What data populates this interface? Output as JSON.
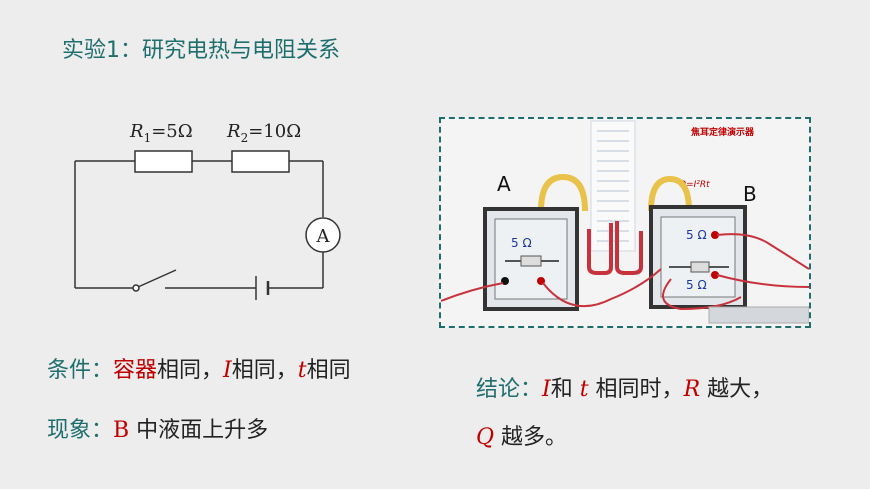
{
  "title": "实验1：研究电热与电阻关系",
  "circuit": {
    "r1_symbol": "R",
    "r1_sub": "1",
    "r1_value": "=5Ω",
    "r2_symbol": "R",
    "r2_sub": "2",
    "r2_value": "=10Ω",
    "ammeter": "A"
  },
  "photo": {
    "label_a": "A",
    "label_b": "B",
    "device_title": "焦耳定律演示器",
    "formula": "Q=I²Rt",
    "res_a": "5 Ω",
    "res_b1": "5 Ω",
    "res_b2": "5 Ω"
  },
  "condition": {
    "label": "条件：",
    "container": "容器",
    "same1": "相同，",
    "var_i": "I",
    "same2": "相同，",
    "var_t": "t",
    "same3": "相同"
  },
  "observation": {
    "label": "现象：",
    "text_b": "B",
    "text": " 中液面上升多"
  },
  "conclusion": {
    "label": "结论：",
    "var_i": "I",
    "and": "和 ",
    "var_t": "t",
    "same_when": " 相同时，",
    "var_r": "R",
    "bigger": " 越大，",
    "var_q": "Q",
    "more": " 越多。"
  }
}
